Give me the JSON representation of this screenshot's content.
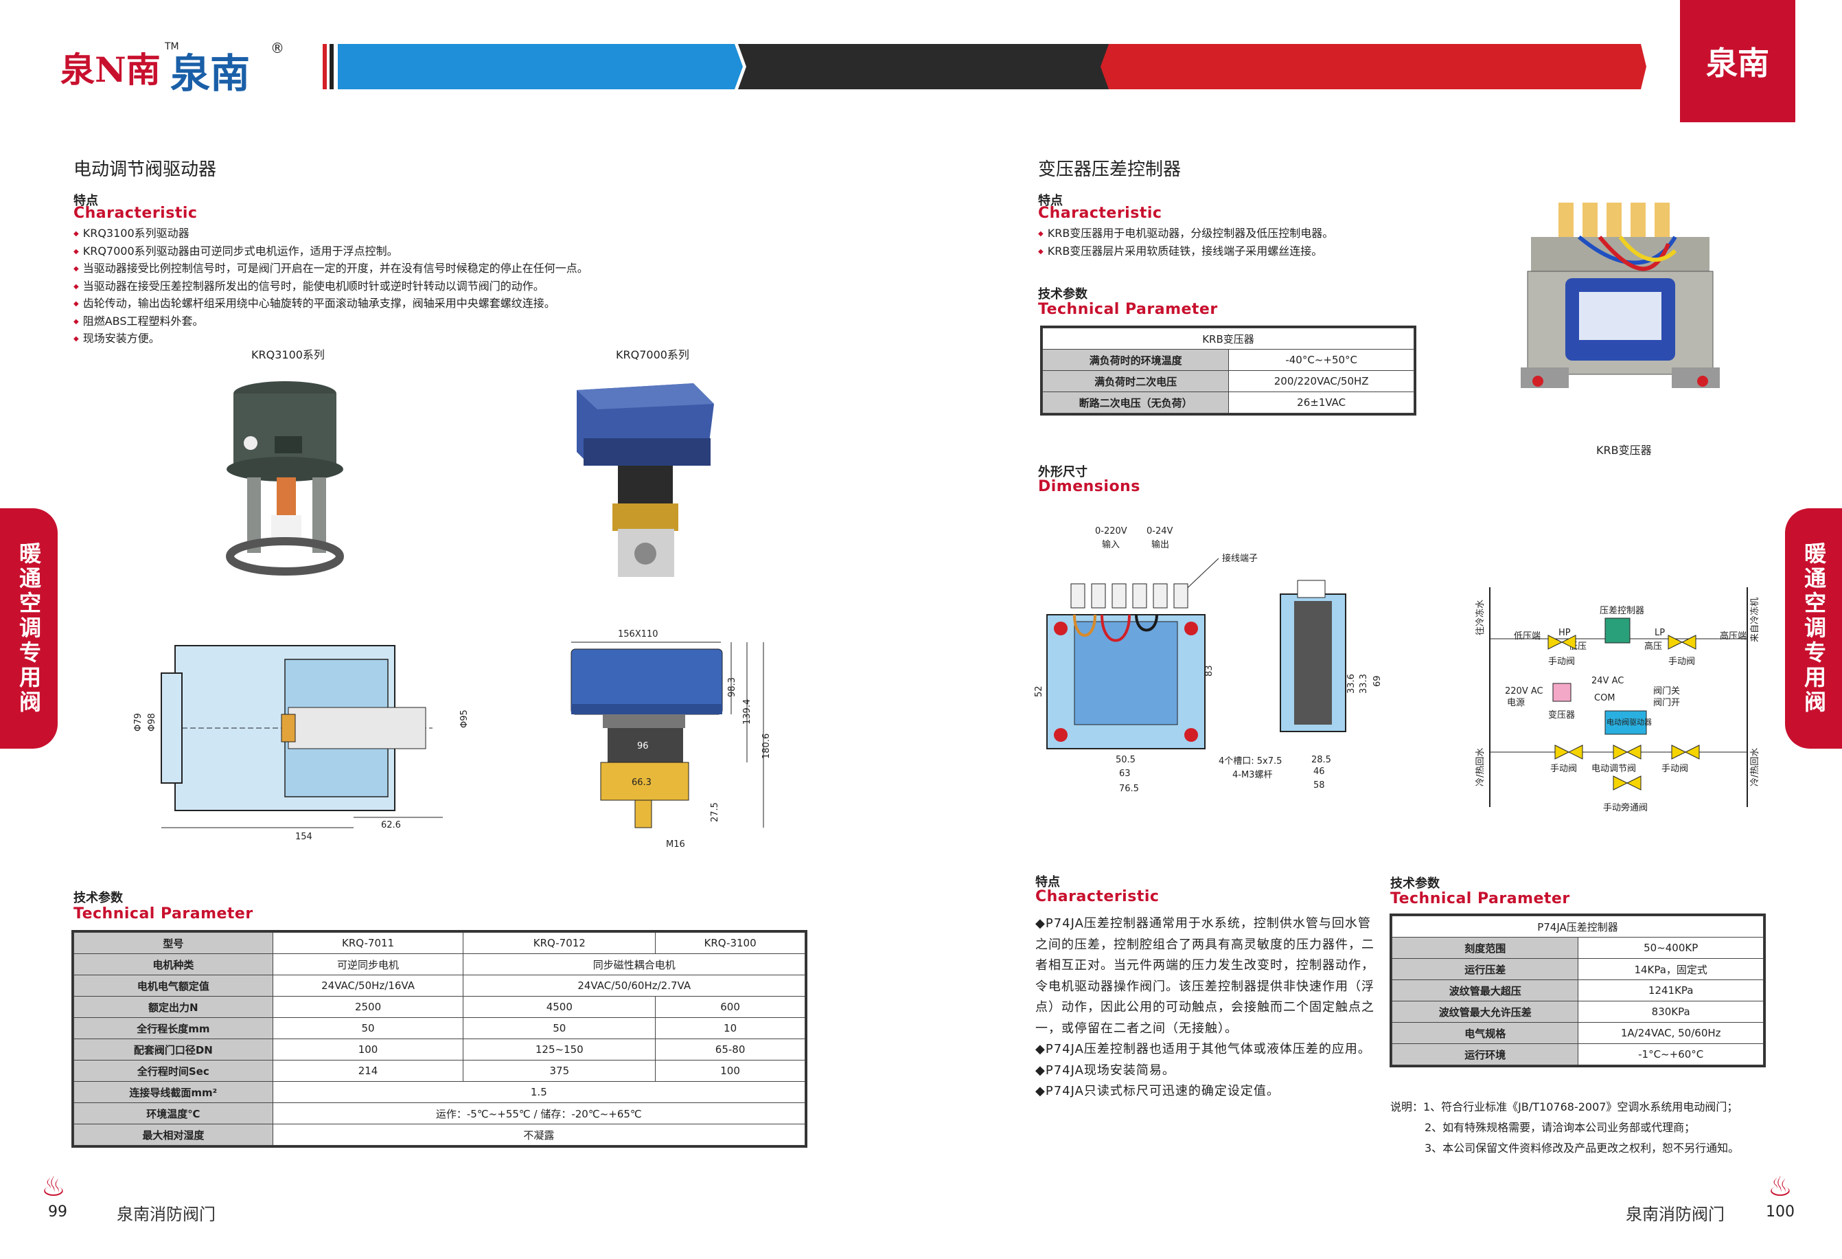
{
  "header": {
    "logo_mark": "泉N南",
    "logo_tm": "TM",
    "logo_cn": "泉南",
    "logo_reg": "®",
    "corner_logo": "泉南",
    "colors": {
      "blue": "#1e8fd8",
      "black": "#2a2a2a",
      "red": "#d41f26"
    }
  },
  "left": {
    "title": "电动调节阀驱动器",
    "char_cn": "特点",
    "char_en": "Characteristic",
    "bullets": [
      "KRQ3100系列驱动器",
      "KRQ7000系列驱动器由可逆同步式电机运作，适用于浮点控制。",
      "当驱动器接受比例控制信号时，可是阀门开启在一定的开度，并在没有信号时候稳定的停止在任何一点。",
      "当驱动器在接受压差控制器所发出的信号时，能使电机顺时针或逆时针转动以调节阀门的动作。",
      "齿轮传动，输出齿轮螺杆组采用绕中心轴旋转的平面滚动轴承支撑，阀轴采用中央螺套螺纹连接。",
      "阻燃ABS工程塑料外套。",
      "现场安装方便。"
    ],
    "cap_3100": "KRQ3100系列",
    "cap_7000": "KRQ7000系列",
    "dim_a": {
      "d1": "Φ79",
      "d2": "Φ98",
      "d3": "Φ95",
      "l1": "154",
      "l2": "62.6"
    },
    "dim_b": {
      "top": "156X110",
      "w": "96",
      "w2": "66.3",
      "h1": "98.3",
      "h2": "139.4",
      "h3": "180.6",
      "h4": "27.5",
      "thread": "M16"
    },
    "tp_cn": "技术参数",
    "tp_en": "Technical Parameter",
    "table": {
      "rows": [
        [
          "型号",
          "KRQ-7011",
          "KRQ-7012",
          "KRQ-3100"
        ],
        [
          "电机种类",
          "可逆同步电机",
          "同步磁性耦合电机",
          ""
        ],
        [
          "电机电气额定值",
          "24VAC/50Hz/16VA",
          "24VAC/50/60Hz/2.7VA",
          ""
        ],
        [
          "额定出力N",
          "2500",
          "4500",
          "600"
        ],
        [
          "全行程长度mm",
          "50",
          "50",
          "10"
        ],
        [
          "配套阀门口径DN",
          "100",
          "125~150",
          "65-80"
        ],
        [
          "全行程时间Sec",
          "214",
          "375",
          "100"
        ],
        [
          "连接导线截面mm²",
          "1.5",
          "",
          ""
        ],
        [
          "环境温度℃",
          "运作：-5℃~+55℃ / 储存：-20℃~+65℃",
          "",
          ""
        ],
        [
          "最大相对湿度",
          "不凝露",
          "",
          ""
        ]
      ]
    },
    "side_tab": "暖通空调专用阀",
    "page_num": "99",
    "footer": "泉南消防阀门"
  },
  "right": {
    "title": "变压器压差控制器",
    "char_cn": "特点",
    "char_en": "Characteristic",
    "bullets": [
      "KRB变压器用于电机驱动器，分级控制器及低压控制电器。",
      "KRB变压器层片采用软质硅铁，接线端子采用螺丝连接。"
    ],
    "tp_cn": "技术参数",
    "tp_en": "Technical Parameter",
    "krb_table": {
      "title": "KRB变压器",
      "rows": [
        [
          "满负荷时的环境温度",
          "-40°C~+50°C"
        ],
        [
          "满负荷时二次电压",
          "200/220VAC/50HZ"
        ],
        [
          "断路二次电压（无负荷）",
          "26±1VAC"
        ]
      ]
    },
    "krb_caption": "KRB变压器",
    "dim_cn": "外形尺寸",
    "dim_en": "Dimensions",
    "transformer_dims": {
      "in": "0-220V",
      "in_lbl": "输入",
      "out": "0-24V",
      "out_lbl": "输出",
      "terminal": "接线端子",
      "h1": "52",
      "h2": "83",
      "w1": "50.5",
      "w2": "63",
      "w3": "76.5",
      "slot": "4个槽口: 5x7.5",
      "screw": "4-M3螺杆",
      "s1": "33.6",
      "s2": "33.3",
      "s3": "69",
      "sw1": "28.5",
      "sw2": "46",
      "sw3": "58"
    },
    "schematic": {
      "pdc": "压差控制器",
      "low": "低压端",
      "high": "高压端",
      "hp": "HP",
      "lp": "LP",
      "lo": "低压",
      "hi": "高压",
      "manual": "手动阀",
      "v24": "24V AC",
      "v220": "220V AC",
      "power": "电源",
      "com": "COM",
      "tr": "变压器",
      "close": "阀门关",
      "open": "阀门开",
      "driver": "电动阀驱动器",
      "mvalve": "电动调节阀",
      "bypass": "手动旁通阀",
      "to_cold": "往冷冻水",
      "from_cold": "来自冷冻机",
      "return_l": "冷/热回水",
      "return_r": "冷/热回水"
    },
    "char2_cn": "特点",
    "char2_en": "Characteristic",
    "para": [
      "◆P74JA压差控制器通常用于水系统，控制供水管与回水管之间的压差，控制腔组合了两具有高灵敏度的压力器件，二者相互正对。当元件两端的压力发生改变时，控制器动作，令电机驱动器操作阀门。该压差控制器提供非快速作用（浮点）动作，因此公用的可动触点，会接触而二个固定触点之一，或停留在二者之间（无接触）。",
      "◆P74JA压差控制器也适用于其他气体或液体压差的应用。",
      "◆P74JA现场安装简易。",
      "◆P74JA只读式标尺可迅速的确定设定值。"
    ],
    "tp2_cn": "技术参数",
    "tp2_en": "Technical Parameter",
    "p74_table": {
      "title": "P74JA压差控制器",
      "rows": [
        [
          "刻度范围",
          "50~400KP"
        ],
        [
          "运行压差",
          "14KPa，固定式"
        ],
        [
          "波纹管最大超压",
          "1241KPa"
        ],
        [
          "波纹管最大允许压差",
          "830KPa"
        ],
        [
          "电气规格",
          "1A/24VAC, 50/60Hz"
        ],
        [
          "运行环境",
          "-1°C~+60°C"
        ]
      ]
    },
    "notes": [
      "说明：1、符合行业标准《JB/T10768-2007》空调水系统用电动阀门；",
      "2、如有特殊规格需要，请洽询本公司业务部或代理商；",
      "3、本公司保留文件资料修改及产品更改之权利，恕不另行通知。"
    ],
    "side_tab": "暖通空调专用阀",
    "page_num": "100",
    "footer": "泉南消防阀门"
  }
}
